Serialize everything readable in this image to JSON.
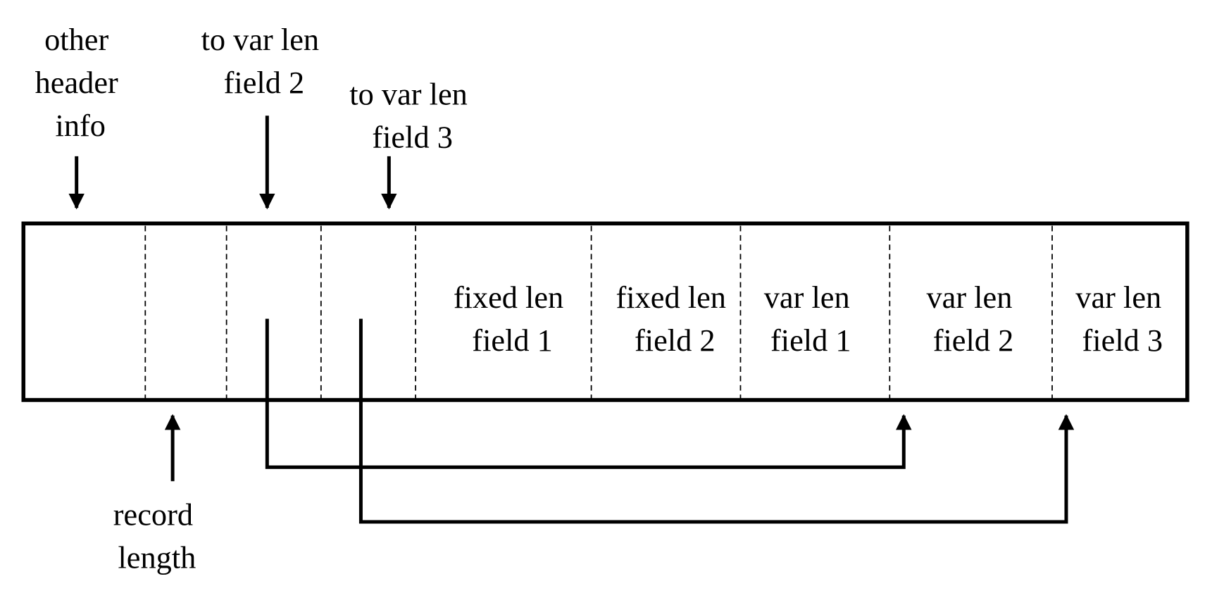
{
  "top_labels": [
    {
      "lines": [
        "other",
        "header",
        "info"
      ]
    },
    {
      "lines": [
        "to var len",
        "field 2"
      ]
    },
    {
      "lines": [
        "to var len",
        "field 3"
      ]
    }
  ],
  "cells": [
    {
      "lines": [
        "fixed len",
        "field 1"
      ]
    },
    {
      "lines": [
        "fixed len",
        "field 2"
      ]
    },
    {
      "lines": [
        "var len",
        "field 1"
      ]
    },
    {
      "lines": [
        "var len",
        "field 2"
      ]
    },
    {
      "lines": [
        "var len",
        "field 3"
      ]
    }
  ],
  "bottom_label": {
    "lines": [
      "record",
      "length"
    ]
  },
  "colors": {
    "stroke": "#000000",
    "background": "#ffffff"
  }
}
